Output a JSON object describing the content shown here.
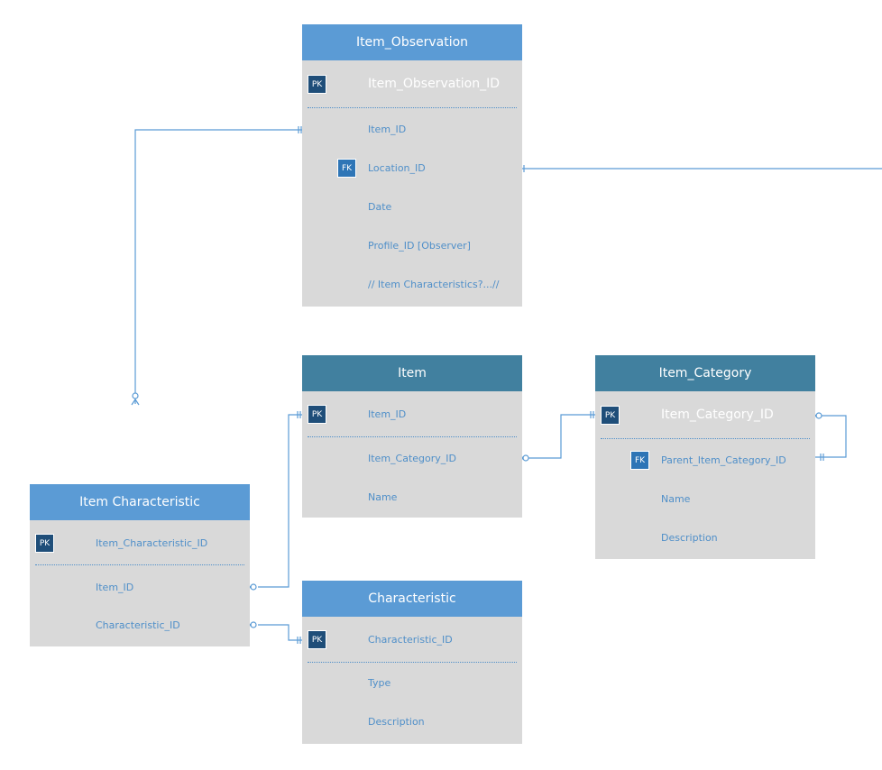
{
  "entities": {
    "item_observation": {
      "title": "Item_Observation",
      "pk_badge": "PK",
      "fk_badge": "FK",
      "pk_field": "Item_Observation_ID",
      "fields": [
        "Item_ID",
        "Location_ID",
        "Date",
        "Profile_ID [Observer]",
        "// Item Characteristics?...//"
      ]
    },
    "item": {
      "title": "Item",
      "pk_badge": "PK",
      "pk_field": "Item_ID",
      "fields": [
        "Item_Category_ID",
        "Name"
      ]
    },
    "item_category": {
      "title": "Item_Category",
      "pk_badge": "PK",
      "fk_badge": "FK",
      "pk_field": "Item_Category_ID",
      "fields": [
        "Parent_Item_Category_ID",
        "Name",
        "Description"
      ]
    },
    "item_characteristic": {
      "title": "Item Characteristic",
      "pk_badge": "PK",
      "pk_field": "Item_Characteristic_ID",
      "fields": [
        "Item_ID",
        "Characteristic_ID"
      ]
    },
    "characteristic": {
      "title": "Characteristic",
      "pk_badge": "PK",
      "pk_field": "Characteristic_ID",
      "fields": [
        "Type",
        "Description"
      ]
    }
  },
  "colors": {
    "header_light": "#5b9bd5",
    "header_dark": "#41809f",
    "body": "#d9d9d9",
    "pk_badge": "#1f4e79",
    "fk_badge": "#2e75b6",
    "field_text": "#4f8fc9",
    "connector": "#5b9bd5"
  }
}
